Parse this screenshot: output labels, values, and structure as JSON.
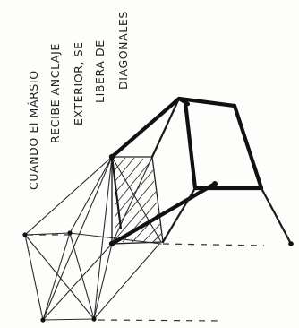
{
  "annotation": {
    "lines": [
      "CUANDO El MÁRSIO",
      "RECIBE ANCLAJE",
      "EXTERIOR, SE",
      "LIBERA DE",
      "DIAGONALES"
    ]
  }
}
